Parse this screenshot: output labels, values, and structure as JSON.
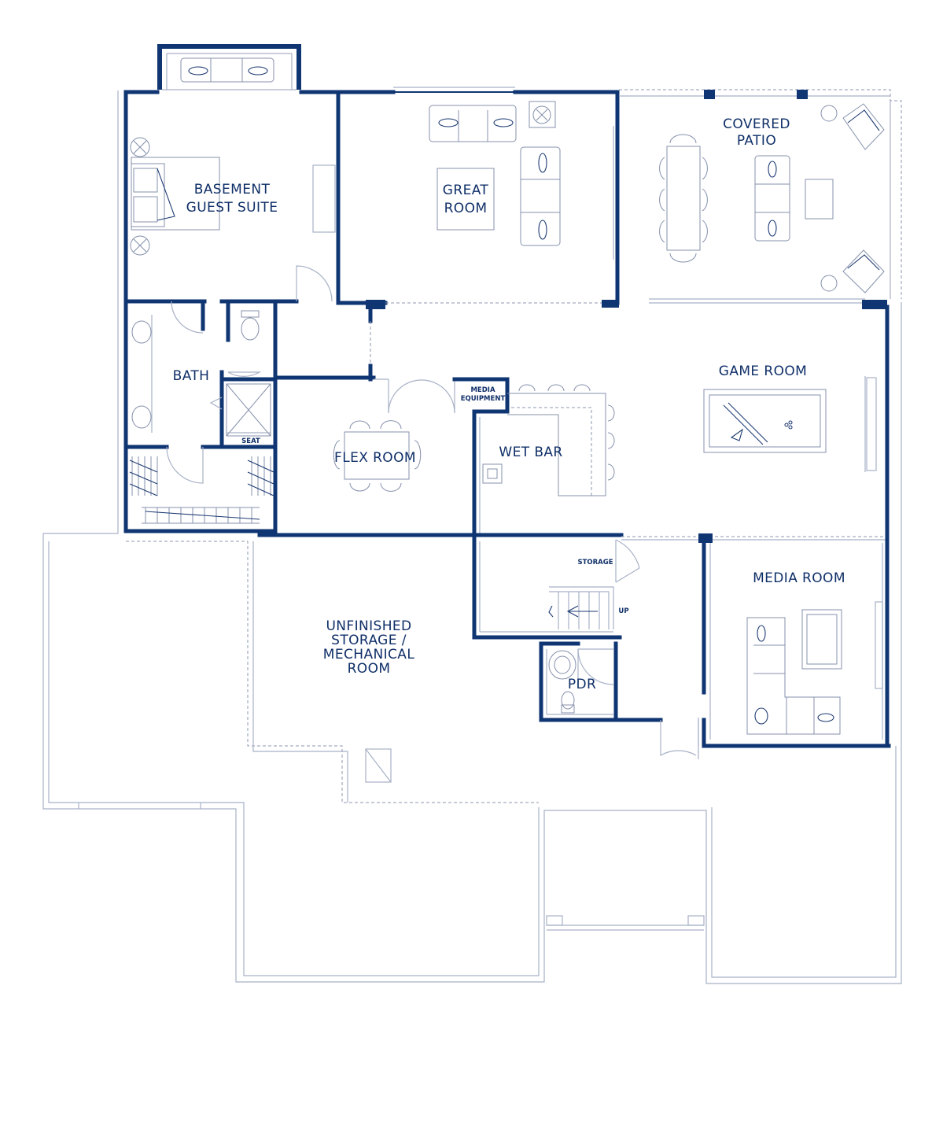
{
  "plan": {
    "colors": {
      "wall": "#0f3572",
      "text": "#0f2f68",
      "thin": "#a7b1c6"
    },
    "rooms": {
      "basement_guest_suite": [
        "BASEMENT",
        "GUEST SUITE"
      ],
      "great_room": [
        "GREAT",
        "ROOM"
      ],
      "covered_patio": [
        "COVERED",
        "PATIO"
      ],
      "bath": "BATH",
      "game_room": "GAME ROOM",
      "flex_room": "FLEX ROOM",
      "wet_bar": "WET BAR",
      "media_room": "MEDIA ROOM",
      "unfinished_storage": [
        "UNFINISHED",
        "STORAGE /",
        "MECHANICAL",
        "ROOM"
      ],
      "pdr": "PDR"
    },
    "small_labels": {
      "media_equipment": [
        "MEDIA",
        "EQUIPMENT"
      ],
      "seat": "SEAT",
      "storage": "STORAGE",
      "up": "UP"
    }
  }
}
